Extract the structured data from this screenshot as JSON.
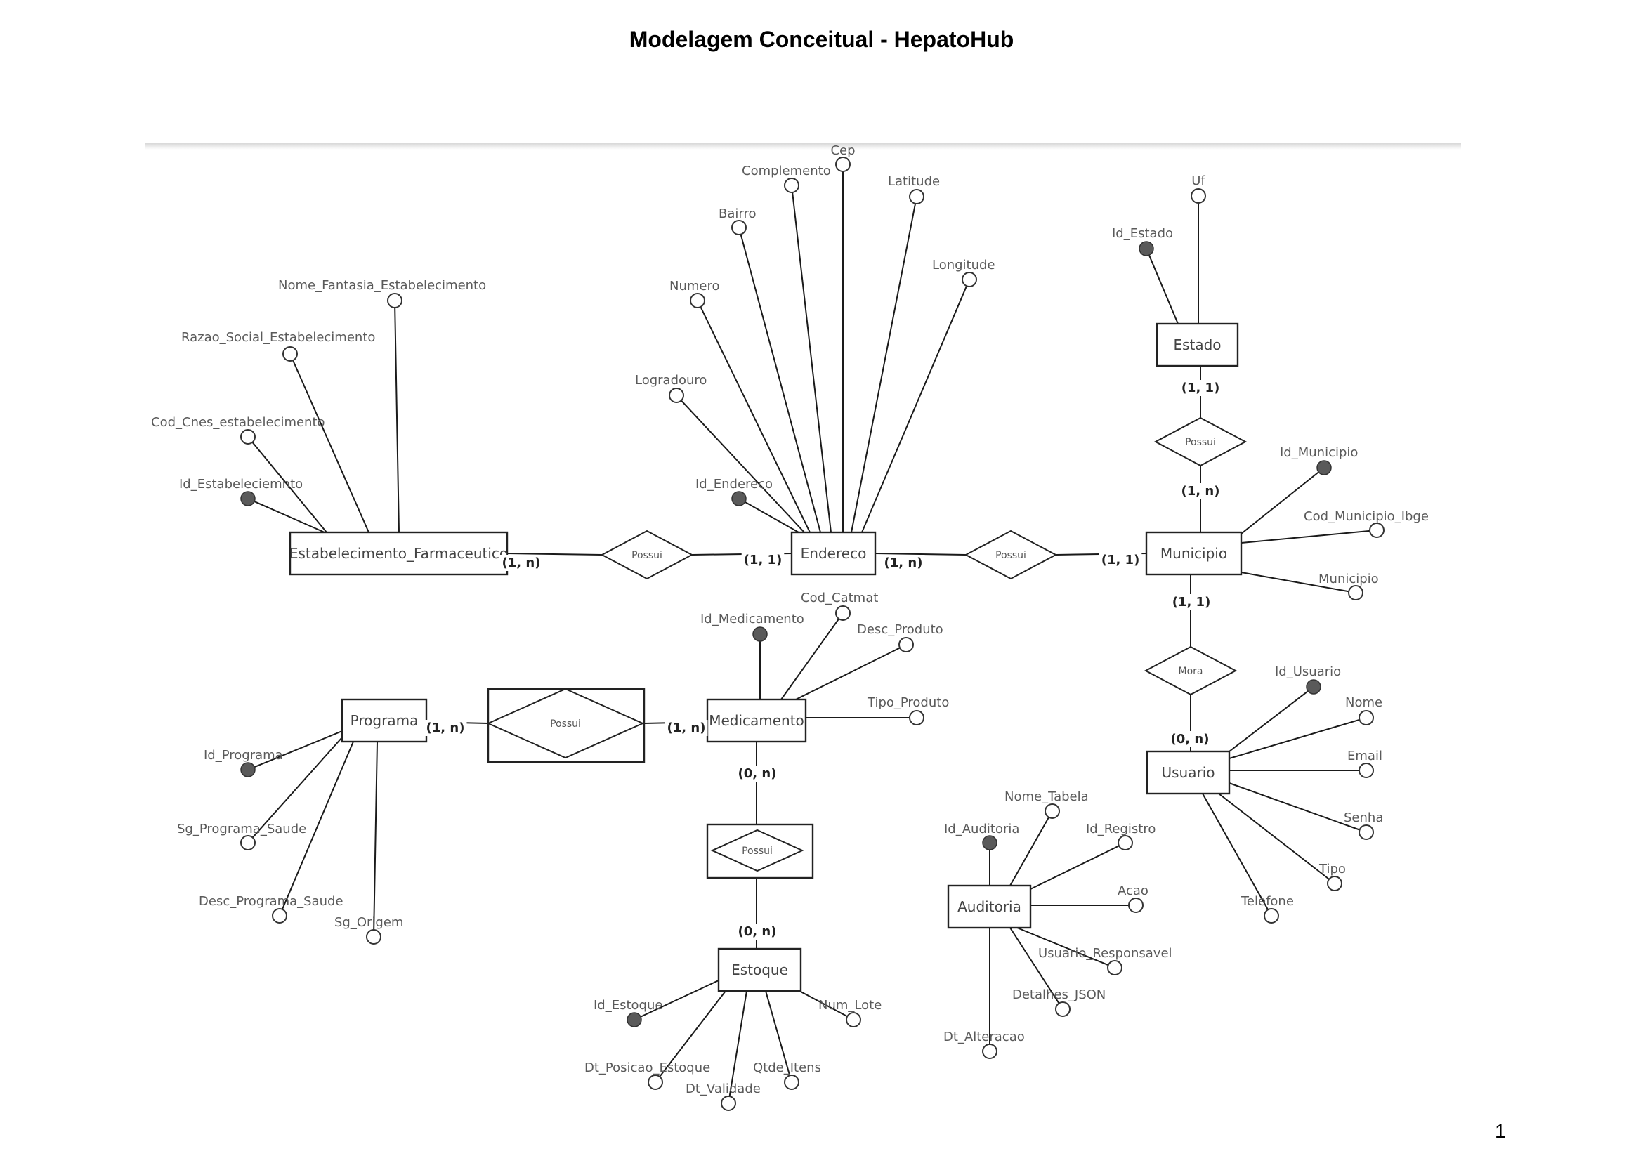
{
  "title": "Modelagem Conceitual - HepatoHub",
  "page_number": "1",
  "entities": [
    {
      "id": "estabelecimento",
      "label": "Estabelecimento_Farmaceutico"
    },
    {
      "id": "endereco",
      "label": "Endereco"
    },
    {
      "id": "municipio",
      "label": "Municipio"
    },
    {
      "id": "estado",
      "label": "Estado"
    },
    {
      "id": "usuario",
      "label": "Usuario"
    },
    {
      "id": "medicamento",
      "label": "Medicamento"
    },
    {
      "id": "programa",
      "label": "Programa"
    },
    {
      "id": "estoque",
      "label": "Estoque"
    },
    {
      "id": "auditoria",
      "label": "Auditoria"
    }
  ],
  "relationships": [
    {
      "id": "possui-estab-end",
      "label": "Possui",
      "associative": false
    },
    {
      "id": "possui-end-mun",
      "label": "Possui",
      "associative": false
    },
    {
      "id": "possui-est-mun",
      "label": "Possui",
      "associative": false
    },
    {
      "id": "mora",
      "label": "Mora",
      "associative": false
    },
    {
      "id": "possui-prog-med",
      "label": "Possui",
      "associative": true
    },
    {
      "id": "possui-med-est",
      "label": "Possui",
      "associative": true
    }
  ],
  "cardinalities": [
    {
      "id": "c1",
      "text": "(1, n)"
    },
    {
      "id": "c2",
      "text": "(1, 1)"
    },
    {
      "id": "c3",
      "text": "(1, n)"
    },
    {
      "id": "c4",
      "text": "(1, 1)"
    },
    {
      "id": "c5",
      "text": "(1, 1)"
    },
    {
      "id": "c6",
      "text": "(1, n)"
    },
    {
      "id": "c7",
      "text": "(1, 1)"
    },
    {
      "id": "c8",
      "text": "(0, n)"
    },
    {
      "id": "c9",
      "text": "(1, n)"
    },
    {
      "id": "c10",
      "text": "(1, n)"
    },
    {
      "id": "c11",
      "text": "(0, n)"
    },
    {
      "id": "c12",
      "text": "(0, n)"
    }
  ],
  "attributes": [
    {
      "id": "a-estab-nome-fantasia",
      "entity": "estabelecimento",
      "label": "Nome_Fantasia_Estabelecimento",
      "key": false
    },
    {
      "id": "a-estab-razao",
      "entity": "estabelecimento",
      "label": "Razao_Social_Estabelecimento",
      "key": false
    },
    {
      "id": "a-estab-cnes",
      "entity": "estabelecimento",
      "label": "Cod_Cnes_estabelecimento",
      "key": false
    },
    {
      "id": "a-estab-id",
      "entity": "estabelecimento",
      "label": "Id_Estabeleciemnto",
      "key": true
    },
    {
      "id": "a-end-cep",
      "entity": "endereco",
      "label": "Cep",
      "key": false
    },
    {
      "id": "a-end-complemento",
      "entity": "endereco",
      "label": "Complemento",
      "key": false
    },
    {
      "id": "a-end-latitude",
      "entity": "endereco",
      "label": "Latitude",
      "key": false
    },
    {
      "id": "a-end-bairro",
      "entity": "endereco",
      "label": "Bairro",
      "key": false
    },
    {
      "id": "a-end-longitude",
      "entity": "endereco",
      "label": "Longitude",
      "key": false
    },
    {
      "id": "a-end-numero",
      "entity": "endereco",
      "label": "Numero",
      "key": false
    },
    {
      "id": "a-end-logradouro",
      "entity": "endereco",
      "label": "Logradouro",
      "key": false
    },
    {
      "id": "a-end-id",
      "entity": "endereco",
      "label": "Id_Endereco",
      "key": true
    },
    {
      "id": "a-estado-uf",
      "entity": "estado",
      "label": "Uf",
      "key": false
    },
    {
      "id": "a-estado-id",
      "entity": "estado",
      "label": "Id_Estado",
      "key": true
    },
    {
      "id": "a-mun-id",
      "entity": "municipio",
      "label": "Id_Municipio",
      "key": true
    },
    {
      "id": "a-mun-ibge",
      "entity": "municipio",
      "label": "Cod_Municipio_Ibge",
      "key": false
    },
    {
      "id": "a-mun-nome",
      "entity": "municipio",
      "label": "Municipio",
      "key": false
    },
    {
      "id": "a-usu-id",
      "entity": "usuario",
      "label": "Id_Usuario",
      "key": true
    },
    {
      "id": "a-usu-nome",
      "entity": "usuario",
      "label": "Nome",
      "key": false
    },
    {
      "id": "a-usu-email",
      "entity": "usuario",
      "label": "Email",
      "key": false
    },
    {
      "id": "a-usu-senha",
      "entity": "usuario",
      "label": "Senha",
      "key": false
    },
    {
      "id": "a-usu-tipo",
      "entity": "usuario",
      "label": "Tipo",
      "key": false
    },
    {
      "id": "a-usu-telefone",
      "entity": "usuario",
      "label": "Telefone",
      "key": false
    },
    {
      "id": "a-med-catmat",
      "entity": "medicamento",
      "label": "Cod_Catmat",
      "key": false
    },
    {
      "id": "a-med-id",
      "entity": "medicamento",
      "label": "Id_Medicamento",
      "key": true
    },
    {
      "id": "a-med-desc",
      "entity": "medicamento",
      "label": "Desc_Produto",
      "key": false
    },
    {
      "id": "a-med-tipo",
      "entity": "medicamento",
      "label": "Tipo_Produto",
      "key": false
    },
    {
      "id": "a-prog-id",
      "entity": "programa",
      "label": "Id_Programa",
      "key": true
    },
    {
      "id": "a-prog-sg",
      "entity": "programa",
      "label": "Sg_Programa_Saude",
      "key": false
    },
    {
      "id": "a-prog-desc",
      "entity": "programa",
      "label": "Desc_Programa_Saude",
      "key": false
    },
    {
      "id": "a-prog-origem",
      "entity": "programa",
      "label": "Sg_Origem",
      "key": false
    },
    {
      "id": "a-estq-id",
      "entity": "estoque",
      "label": "Id_Estoque",
      "key": true
    },
    {
      "id": "a-estq-lote",
      "entity": "estoque",
      "label": "Num_Lote",
      "key": false
    },
    {
      "id": "a-estq-posicao",
      "entity": "estoque",
      "label": "Dt_Posicao_Estoque",
      "key": false
    },
    {
      "id": "a-estq-qtde",
      "entity": "estoque",
      "label": "Qtde_Itens",
      "key": false
    },
    {
      "id": "a-estq-validade",
      "entity": "estoque",
      "label": "Dt_Validade",
      "key": false
    },
    {
      "id": "a-aud-tabela",
      "entity": "auditoria",
      "label": "Nome_Tabela",
      "key": false
    },
    {
      "id": "a-aud-id",
      "entity": "auditoria",
      "label": "Id_Auditoria",
      "key": true
    },
    {
      "id": "a-aud-registro",
      "entity": "auditoria",
      "label": "Id_Registro",
      "key": false
    },
    {
      "id": "a-aud-acao",
      "entity": "auditoria",
      "label": "Acao",
      "key": false
    },
    {
      "id": "a-aud-responsavel",
      "entity": "auditoria",
      "label": "Usuario_Responsavel",
      "key": false
    },
    {
      "id": "a-aud-detalhes",
      "entity": "auditoria",
      "label": "Detalhes_JSON",
      "key": false
    },
    {
      "id": "a-aud-alteracao",
      "entity": "auditoria",
      "label": "Dt_Alteracao",
      "key": false
    }
  ]
}
